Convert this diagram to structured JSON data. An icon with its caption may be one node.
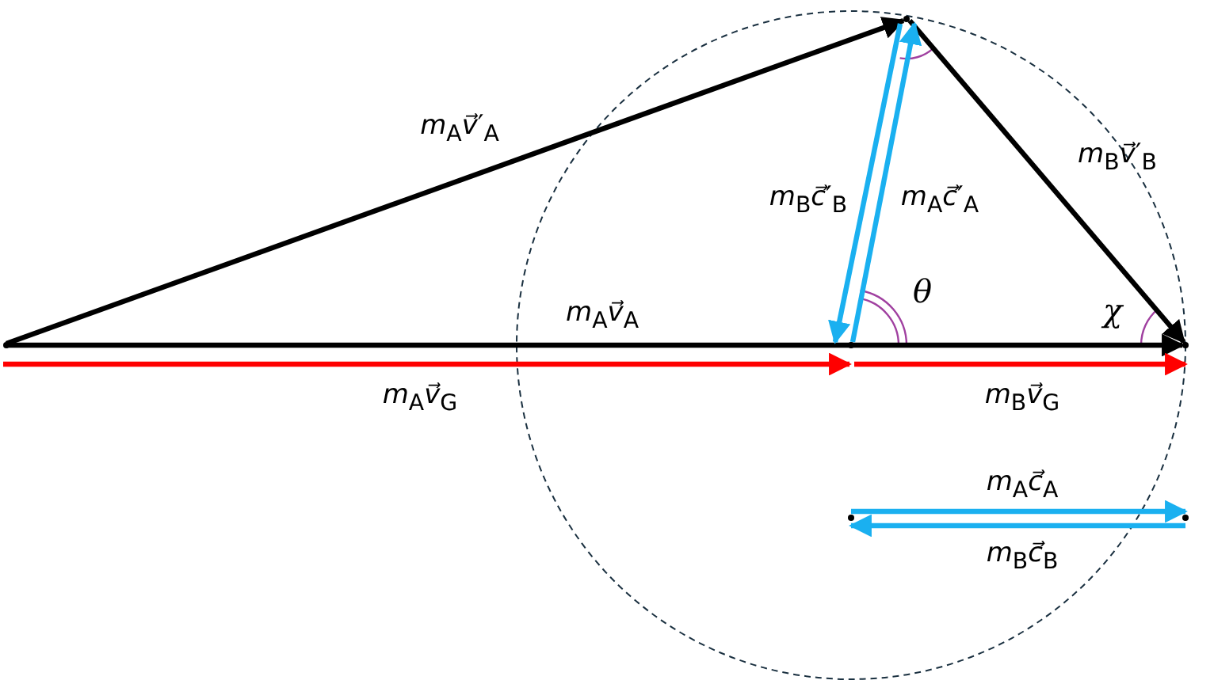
{
  "diagram": {
    "nodes": [
      {
        "text": [],
        "shape": "point"
      },
      {
        "text": [],
        "shape": "point"
      },
      {
        "text": [],
        "shape": "point"
      },
      {
        "text": [],
        "shape": "point"
      },
      {
        "text": [],
        "shape": "point"
      },
      {
        "text": [],
        "shape": "point"
      }
    ],
    "edges": [
      {
        "from": 0,
        "to": 1,
        "arrow": "to",
        "label": "*m*$_{A}$*v⃗*′$_{A}$",
        "color": "#000000"
      },
      {
        "from": 1,
        "to": 3,
        "arrow": "to",
        "label": "*m*$_{B}$*v⃗*′$_{B}$",
        "color": "#000000"
      },
      {
        "from": 0,
        "to": 3,
        "arrow": "to",
        "label": "*m*$_{A}$*v⃗*$_{A}$",
        "color": "#000000"
      },
      {
        "from": 0,
        "to": 2,
        "arrow": "to",
        "label": "*m*$_{A}$*v⃗*$_{G}$",
        "color": "#ff0000"
      },
      {
        "from": 2,
        "to": 3,
        "arrow": "to",
        "label": "*m*$_{B}$*v⃗*$_{G}$",
        "color": "#ff0000"
      },
      {
        "from": 1,
        "to": 2,
        "arrow": "to",
        "label": "*m*$_{B}$*c⃗*′$_{B}$",
        "color": "#1ab0f0"
      },
      {
        "from": 2,
        "to": 1,
        "arrow": "to",
        "label": "*m*$_{A}$*c⃗*′$_{A}$",
        "color": "#1ab0f0"
      },
      {
        "from": 4,
        "to": 5,
        "arrow": "to",
        "label": "*m*$_{A}$*c⃗*$_{A}$",
        "color": "#1ab0f0"
      },
      {
        "from": 5,
        "to": 4,
        "arrow": "to",
        "label": "*m*$_{B}$*c⃗*$_{B}$",
        "color": "#1ab0f0"
      }
    ],
    "labels": [
      "θ",
      "χ"
    ]
  }
}
